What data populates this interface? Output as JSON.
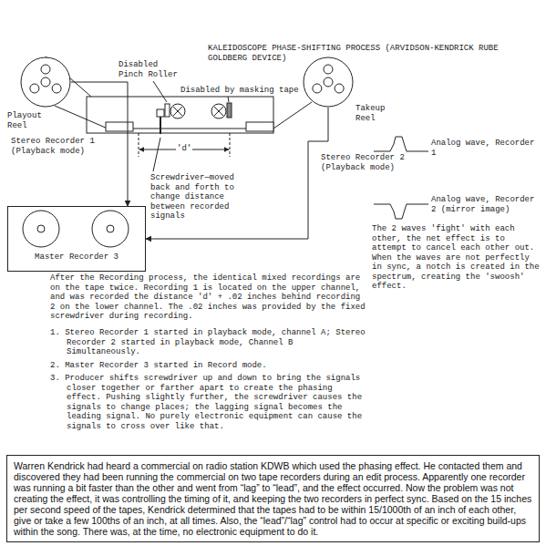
{
  "diagram": {
    "title": "KALEIDOSCOPE PHASE-SHIFTING PROCESS (ARVIDSON-KENDRICK RUBE GOLDBERG DEVICE)",
    "nodes": [
      {
        "text": [
          "Playout Reel"
        ]
      },
      {
        "text": [
          "Takeup Reel"
        ]
      },
      {
        "text": [
          "Master Recorder 3"
        ]
      },
      {
        "text": [
          "Warren Kendrick had heard a commercial on radio station KDWB which used the phasing effect. He contacted them and discovered they had been running the commercial on two tape recorders during an edit process. Apparently one recorder was running a bit faster than the other and went from “lag” to “lead”, and the effect occurred. Now the problem was not creating the effect, it was controlling the timing of it, and keeping the two recorders in perfect sync. Based on the 15 inches per second speed of the tapes, Kendrick determined that the tapes had to be within 15/1000th of an inch of each other, give or take a few 100ths of an inch, at all times. Also, the “lead”/“lag” control had to occur at specific or exciting build-ups within the song. There was, at the time, no electronic equipment to do it."
        ]
      }
    ],
    "edges": [
      {
        "from": 0,
        "to": 2,
        "arrow": "to"
      },
      {
        "from": 1,
        "to": 2,
        "arrow": "to"
      }
    ],
    "labels": [
      "Disabled Pinch Roller",
      "Disabled by masking tape",
      "'d'",
      "Stereo Recorder 1 (Playback mode)",
      "Screwdriver—moved back and forth to change distance between recorded signals",
      "Stereo Recorder 2 (Playback mode)",
      "Analog wave, Recorder 1",
      "Analog wave, Recorder 2 (mirror image)",
      "The 2 waves 'fight' with each other, the net effect is to attempt to cancel each other out. When the waves are not perfectly in sync, a notch is created in the spectrum, creating the 'swoosh' effect.",
      "After the Recording process, the identical mixed recordings are on the tape twice. Recording 1 is located on the upper channel, and was recorded the distance 'd' + .02 inches behind recording 2 on the lower channel. The .02 inches was provided by the fixed screwdriver during recording.",
      "1. Stereo Recorder 1 started in playback mode, channel A; Stereo Recorder 2 started in playback mode, Channel B Simultaneously.",
      "2. Master Recorder 3 started in Record mode.",
      "3. Producer shifts screwdriver up and down to bring the signals closer together or farther apart to create the phasing effect. Pushing slightly further, the screwdriver causes the signals to change places; the lagging signal becomes the leading signal. No purely electronic equipment can cause the signals to cross over like that."
    ]
  }
}
